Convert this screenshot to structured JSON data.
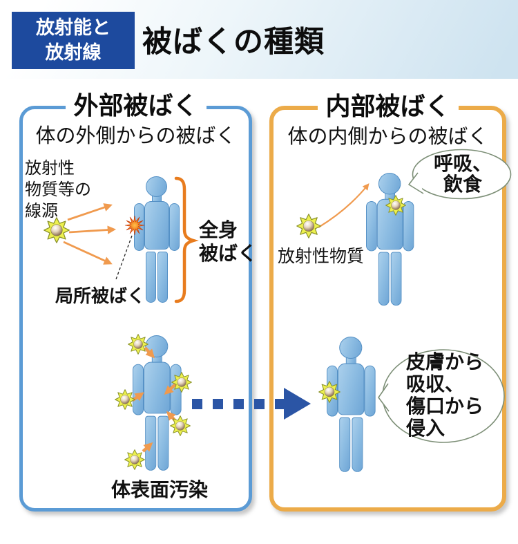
{
  "header": {
    "badge_text": "放射能と\n放射線",
    "title": "被ばくの種類"
  },
  "panels": {
    "external": {
      "title": "外部被ばく",
      "subtitle": "体の外側からの被ばく",
      "source_label": "放射性\n物質等の\n線源",
      "local_exposure_label": "局所被ばく",
      "whole_body_label": "全身\n被ばく",
      "surface_contamination_label": "体表面汚染"
    },
    "internal": {
      "title": "内部被ばく",
      "subtitle": "体の内側からの被ばく",
      "material_label": "放射性物質",
      "inhalation_bubble": "呼吸、\n飲食",
      "absorption_bubble": "皮膚から\n吸収、\n傷口から\n侵入"
    }
  },
  "colors": {
    "badge_bg": "#1d4a9e",
    "header_gradient_end": "#cee3f0",
    "external_border": "#5b9bd5",
    "internal_border": "#ecab49",
    "arrow_orange": "#f09a4e",
    "brace_orange": "#e87c1e",
    "transfer_blue": "#2b55a5",
    "person_fill": "#8cbce2",
    "star_yellow": "#edf04f",
    "burst_orange": "#e85c12",
    "bubble_stroke": "#7d8f77"
  }
}
